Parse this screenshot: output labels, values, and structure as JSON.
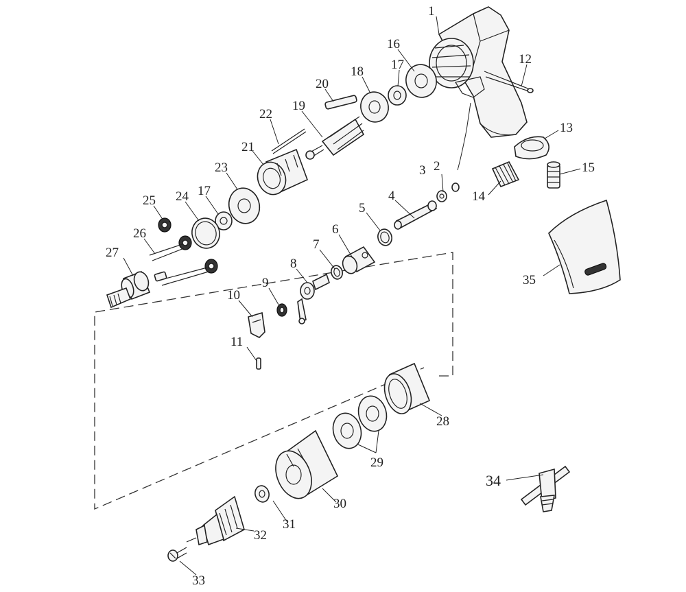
{
  "callouts": {
    "p1": "1",
    "p2": "2",
    "p3": "3",
    "p4": "4",
    "p5": "5",
    "p6": "6",
    "p7": "7",
    "p8": "8",
    "p9": "9",
    "p10": "10",
    "p11": "11",
    "p12": "12",
    "p13": "13",
    "p14": "14",
    "p15": "15",
    "p16": "16",
    "p17a": "17",
    "p17b": "17",
    "p18": "18",
    "p19": "19",
    "p20": "20",
    "p21": "21",
    "p22": "22",
    "p23": "23",
    "p24": "24",
    "p25": "25",
    "p26": "26",
    "p27": "27",
    "p28": "28",
    "p29": "29",
    "p30": "30",
    "p31": "31",
    "p32": "32",
    "p33": "33",
    "p34": "34",
    "p35": "35"
  }
}
